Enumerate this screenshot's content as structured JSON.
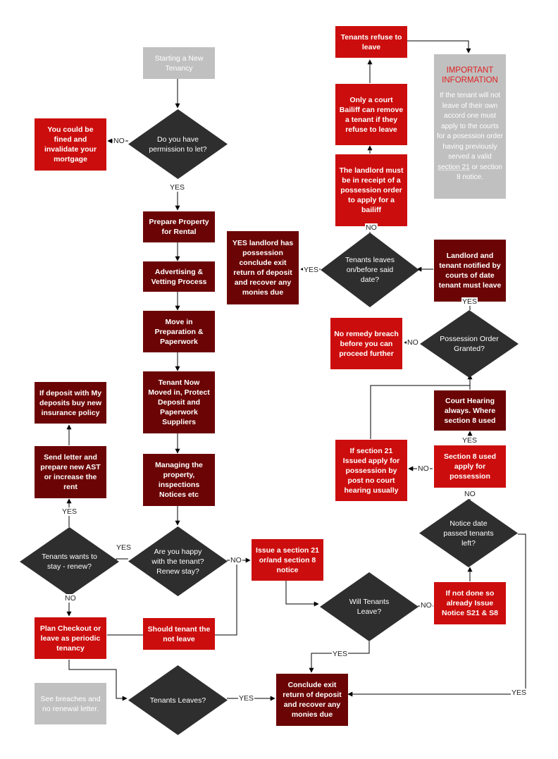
{
  "nodes": {
    "start": "Starting a New Tenancy",
    "permission": "Do you have permission to let?",
    "fined": "You could be fined and invalidate your mortgage",
    "prepare": "Prepare Property for Rental",
    "advertising": "Advertising & Vetting Process",
    "move_in": "Move in Preparation & Paperwork",
    "tenant_moved": "Tenant Now Moved in, Protect Deposit and Paperwork Suppliers",
    "managing": "Managing the property, inspections Notices etc",
    "happy": "Are you happy with the tenant? Renew stay?",
    "wants_stay": "Tenants wants to stay - renew?",
    "send_letter": "Send letter and prepare new AST or increase the rent",
    "mydeposits": "If deposit with My deposits buy new insurance policy",
    "plan_checkout": "Plan Checkout or leave as periodic tenancy",
    "should_leave": "Should tenant the not leave",
    "see_breaches": "See breaches and no renewal letter.",
    "tenants_leaves": "Tenants Leaves?",
    "conclude_bottom": "Conclude exit return of deposit and recover any monies due",
    "issue_section": "Issue a section 21 or/and section 8 notice",
    "will_leave": "Will Tenants Leave?",
    "if_not_done": "If not done so already Issue Notice S21 & S8",
    "notice_passed": "Notice date passed tenants left?",
    "s8_used": "Section 8 used apply for possession",
    "s21_issued": "If section 21 Issued apply for possession by post no court hearing usually",
    "court_hearing": "Court Hearing always. Where section 8 used",
    "possession_granted": "Possession Order Granted?",
    "no_remedy": "No remedy breach before you can proceed further",
    "notified": "Landlord and tenant notified by courts of date tenant must leave",
    "leaves_before": "Tenants leaves on/before said date?",
    "yes_landlord": "YES landlord has possession conclude exit return of deposit and recover any monies due",
    "receipt": "The landlord must be in receipt of a possession order to apply for a bailiff",
    "bailiff": "Only a court Bailiff can remove a tenant if they refuse to leave",
    "refuse": "Tenants refuse to leave"
  },
  "info": {
    "title": "IMPORTANT INFORMATION",
    "text_before": "If the tenant will not leave of their own accord one must apply to the courts for a posession order having previously served a valid",
    "link": "section 21",
    "text_after": "or section 8 notice."
  },
  "labels": {
    "no": "NO",
    "yes": "YES"
  },
  "colors": {
    "red": "#cc0d0d",
    "dark_red": "#6b0505",
    "grey": "#c0c0c0",
    "diamond": "#2e2e2e",
    "info_title": "#e02020"
  }
}
